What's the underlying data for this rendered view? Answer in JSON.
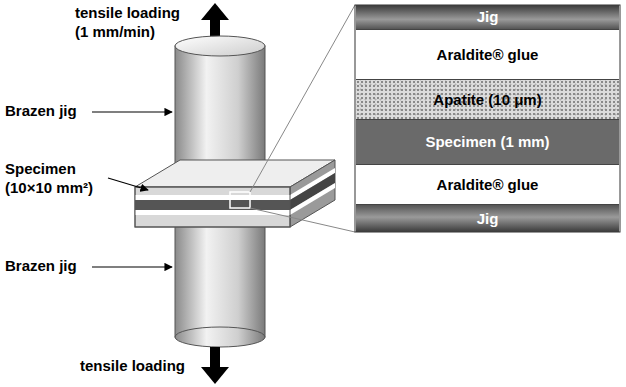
{
  "diagram": {
    "nodes": [
      {
        "text": [
          "Jig"
        ]
      },
      {
        "text": [
          "Araldite® glue"
        ]
      },
      {
        "text": [
          "Apatite (10 μm)"
        ]
      },
      {
        "text": [
          "Specimen (1 mm)"
        ]
      },
      {
        "text": [
          "Araldite® glue"
        ]
      },
      {
        "text": [
          "Jig"
        ]
      }
    ],
    "labels": [
      "tensile loading (1 mm/min)",
      "Brazen jig",
      "Specimen (10×10 mm²)",
      "Brazen jig",
      "tensile loading"
    ]
  }
}
